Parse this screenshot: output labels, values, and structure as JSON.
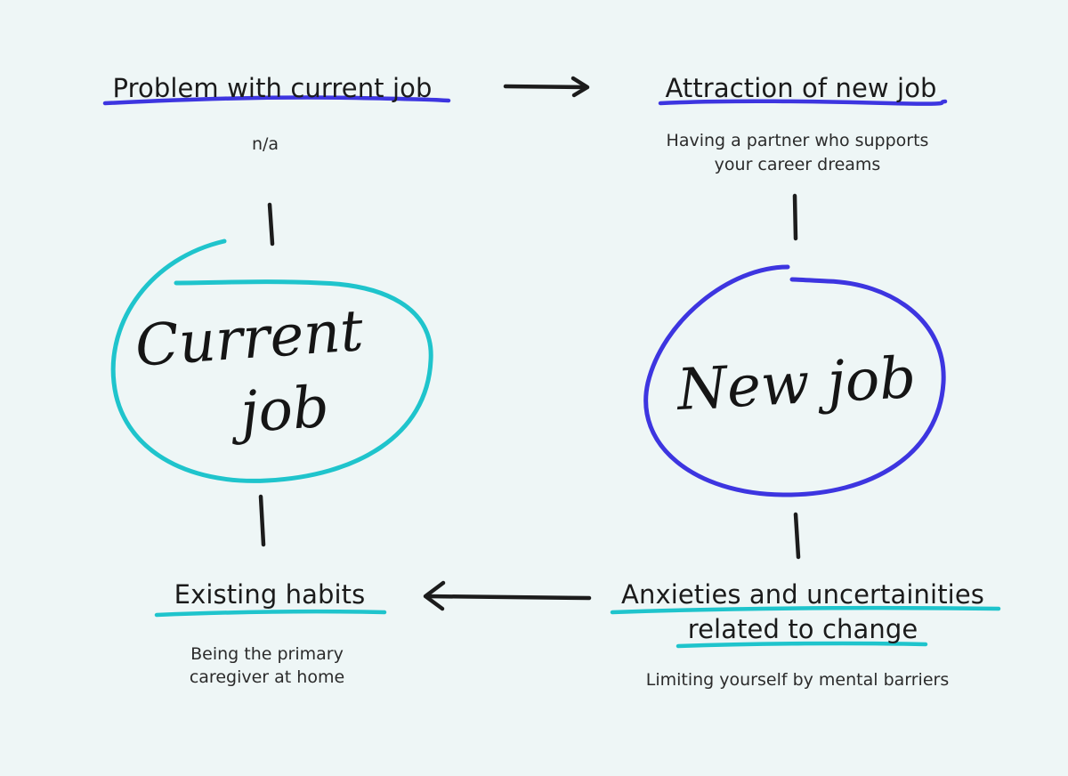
{
  "diagram": {
    "top_left": {
      "heading": "Problem with current job",
      "description": "n/a"
    },
    "top_right": {
      "heading": "Attraction of new job",
      "description_line1": "Having a partner who supports",
      "description_line2": "your career dreams"
    },
    "bottom_left": {
      "heading": "Existing habits",
      "description_line1": "Being the primary",
      "description_line2": "caregiver at home"
    },
    "bottom_right": {
      "heading_line1": "Anxieties and uncertainities",
      "heading_line2": "related to change",
      "description": "Limiting yourself by mental barriers"
    },
    "current_job_circle": {
      "line1": "Current",
      "line2": "job",
      "color": "#1fc4cc"
    },
    "new_job_circle": {
      "label": "New job",
      "color": "#3d35e0"
    },
    "colors": {
      "background": "#eef6f6",
      "blue_underline": "#3d35e0",
      "teal_underline": "#1fc4cc",
      "ink": "#1c1c1c"
    }
  }
}
